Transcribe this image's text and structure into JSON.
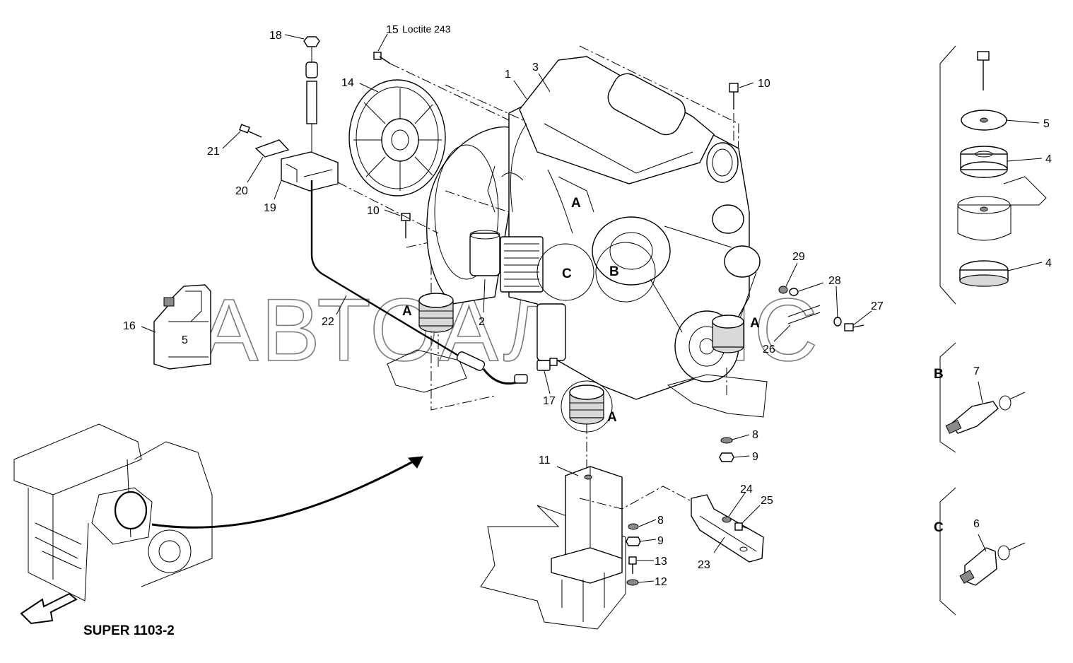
{
  "watermark": "АВТОАЛЬЯНС",
  "model_title": "SUPER 1103-2",
  "loctite_note": "Loctite 243",
  "callouts": [
    "1",
    "2",
    "3",
    "4",
    "5",
    "6",
    "7",
    "8",
    "9",
    "10",
    "11",
    "12",
    "13",
    "14",
    "15",
    "16",
    "17",
    "18",
    "19",
    "20",
    "21",
    "22",
    "23",
    "24",
    "25",
    "26",
    "27",
    "28",
    "29"
  ],
  "detail_letters": [
    "A",
    "B",
    "C"
  ],
  "can_label": "5"
}
